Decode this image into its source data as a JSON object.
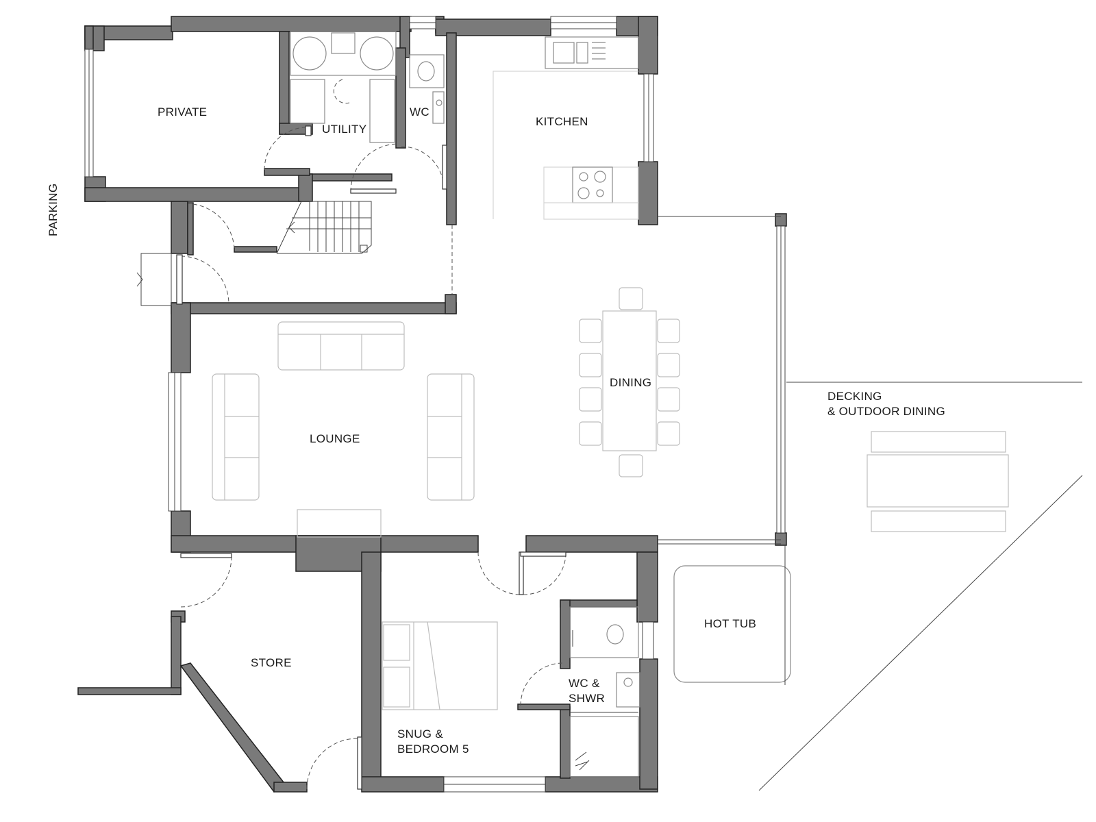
{
  "rooms": {
    "private": "PRIVATE",
    "utility": "UTILITY",
    "wc": "WC",
    "kitchen": "KITCHEN",
    "parking": "PARKING",
    "dining": "DINING",
    "lounge": "LOUNGE",
    "decking_line1": "DECKING",
    "decking_line2": "& OUTDOOR DINING",
    "hot_tub": "HOT TUB",
    "store": "STORE",
    "wc_shwr_line1": "WC &",
    "wc_shwr_line2": "SHWR",
    "snug_line1": "SNUG &",
    "snug_line2": "BEDROOM 5"
  },
  "colors": {
    "wall_fill": "#7a7a7a",
    "wall_outline": "#222222",
    "furniture": "#bdbdbd",
    "text": "#1a1a1a"
  }
}
